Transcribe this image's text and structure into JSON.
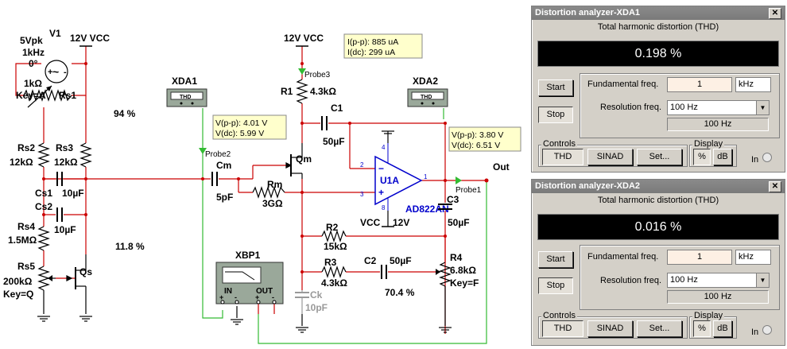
{
  "schematic": {
    "v1": {
      "ref": "V1",
      "amp": "5Vpk",
      "freq": "1kHz",
      "phase": "0°"
    },
    "rs1": {
      "value": "1kΩ",
      "key": "Key=A",
      "ref": "Rs1"
    },
    "vcc_left": "12V  VCC",
    "vcc_center": "12V  VCC",
    "pct_top": "94 %",
    "pct_mid": "11.8 %",
    "pct_bottom": "70.4 %",
    "rs2": {
      "ref": "Rs2",
      "value": "12kΩ"
    },
    "rs3": {
      "ref": "Rs3",
      "value": "12kΩ"
    },
    "cs1": {
      "ref": "Cs1",
      "value": "10µF"
    },
    "cs2": {
      "ref": "Cs2",
      "value": "10µF"
    },
    "rs4": {
      "ref": "Rs4",
      "value": "1.5MΩ"
    },
    "rs5": {
      "ref": "Rs5",
      "value": "200kΩ",
      "key": "Key=Q"
    },
    "qs": "Qs",
    "xda1": "XDA1",
    "xda2": "XDA2",
    "thd_icon": "THD",
    "probe2": {
      "name": "Probe2",
      "vpp": "V(p-p): 4.01 V",
      "vdc": "V(dc): 5.99 V"
    },
    "probe3": {
      "name": "Probe3",
      "ipp": "I(p-p): 885 uA",
      "idc": "I(dc): 299 uA"
    },
    "probe1": {
      "name": "Probe1",
      "vpp": "V(p-p): 3.80 V",
      "vdc": "V(dc): 6.51 V"
    },
    "cm": {
      "ref": "Cm",
      "value": "5pF"
    },
    "rm": {
      "ref": "Rm",
      "value": "3GΩ"
    },
    "qm": "Qm",
    "r1": {
      "ref": "R1",
      "value": "4.3kΩ"
    },
    "c1": {
      "ref": "C1",
      "value": "50µF"
    },
    "u1a": {
      "ref": "U1A",
      "part": "AD822AN",
      "vcc": "VCC",
      "v": "12V",
      "pin2": "2",
      "pin3": "3",
      "pin1": "1",
      "pin4": "4",
      "pin8": "8"
    },
    "c3": {
      "ref": "C3",
      "value": "50µF"
    },
    "out": "Out",
    "r2": {
      "ref": "R2",
      "value": "15kΩ"
    },
    "r3": {
      "ref": "R3",
      "value": "4.3kΩ"
    },
    "c2": {
      "ref": "C2",
      "value": "50µF"
    },
    "r4": {
      "ref": "R4",
      "value": "6.8kΩ",
      "key": "Key=F"
    },
    "ck": {
      "ref": "Ck",
      "value": "10pF"
    },
    "xbp1": {
      "ref": "XBP1",
      "in": "IN",
      "out": "OUT",
      "plus": "+",
      "minus": "-"
    }
  },
  "windows": [
    {
      "title": "Distortion analyzer-XDA1",
      "close": "✕",
      "subtitle": "Total harmonic distortion (THD)",
      "display": "0.198 %",
      "start": "Start",
      "stop": "Stop",
      "fund_label": "Fundamental freq.",
      "fund_value": "1",
      "fund_unit": "kHz",
      "res_label": "Resolution freq.",
      "res_value": "100 Hz",
      "res_readout": "100 Hz",
      "controls_label": "Controls",
      "thd": "THD",
      "sinad": "SINAD",
      "set": "Set...",
      "display_label": "Display",
      "percent": "%",
      "db": "dB",
      "in": "In"
    },
    {
      "title": "Distortion analyzer-XDA2",
      "close": "✕",
      "subtitle": "Total harmonic distortion (THD)",
      "display": "0.016 %",
      "start": "Start",
      "stop": "Stop",
      "fund_label": "Fundamental freq.",
      "fund_value": "1",
      "fund_unit": "kHz",
      "res_label": "Resolution freq.",
      "res_value": "100 Hz",
      "res_readout": "100 Hz",
      "controls_label": "Controls",
      "thd": "THD",
      "sinad": "SINAD",
      "set": "Set...",
      "display_label": "Display",
      "percent": "%",
      "db": "dB",
      "in": "In"
    }
  ],
  "colors": {
    "wire": "#cc0000",
    "ground_wire": "#000000",
    "green_wire": "#33bb33",
    "probe_bg": "#ffffcc",
    "opamp": "#0000cc",
    "window_title": "#7e7e7e"
  }
}
